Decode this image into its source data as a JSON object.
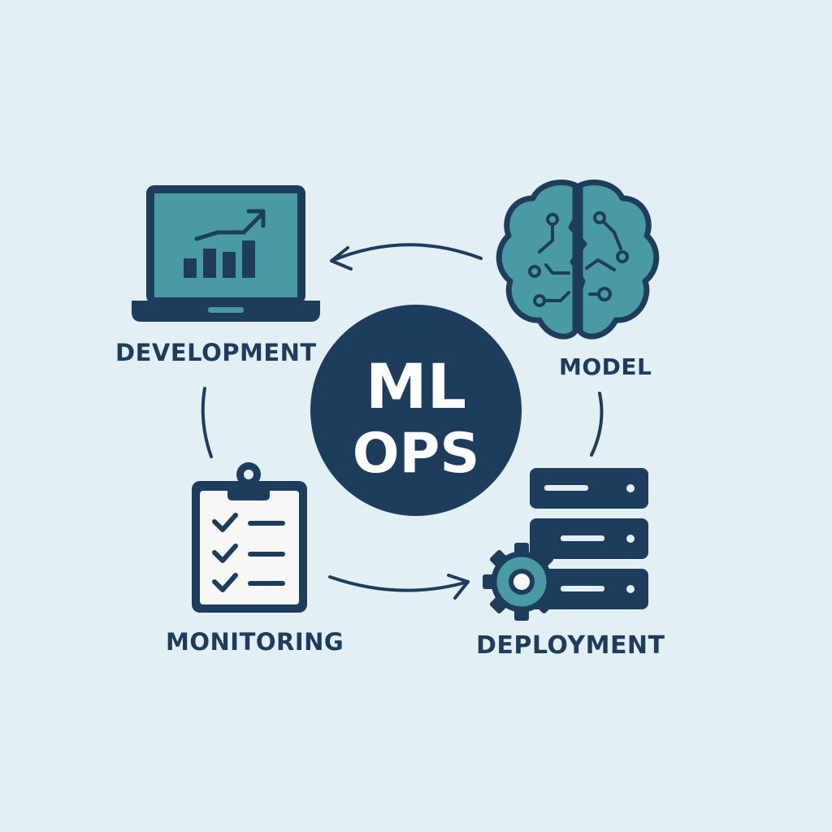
{
  "center": {
    "line1": "ML",
    "line2": "OPS"
  },
  "stages": {
    "development": "DEVELOPMENT",
    "model": "MODEL",
    "deployment": "DEPLOYMENT",
    "monitoring": "MONITORING"
  },
  "icons": {
    "development": "laptop-chart-icon",
    "model": "brain-circuit-icon",
    "deployment": "server-gear-icon",
    "monitoring": "clipboard-checklist-icon"
  },
  "colors": {
    "background": "#e2eff5",
    "navy": "#1e3d5c",
    "teal": "#4a9aa6",
    "paper": "#f7f7f5"
  }
}
